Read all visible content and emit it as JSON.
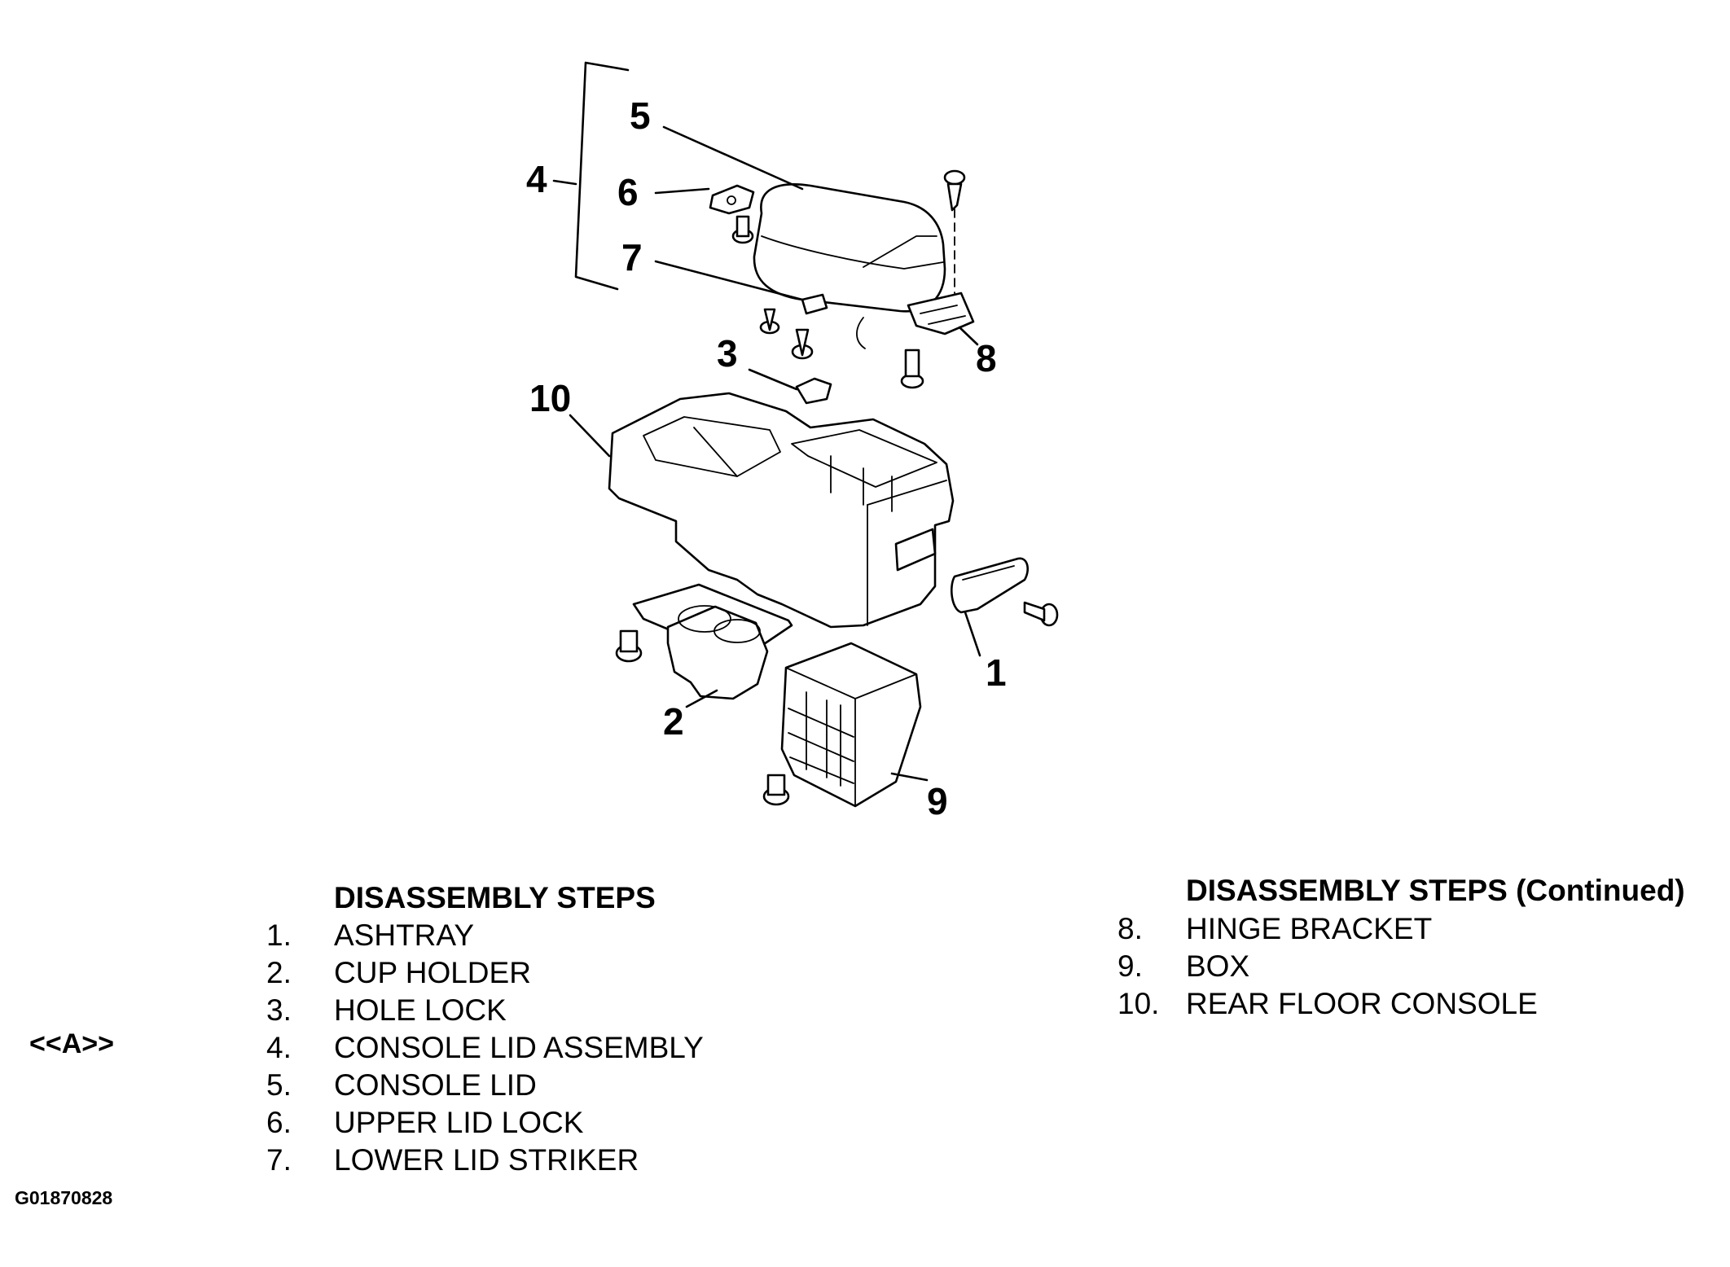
{
  "diagram": {
    "callouts": {
      "c1": "1",
      "c2": "2",
      "c3": "3",
      "c4": "4",
      "c5": "5",
      "c6": "6",
      "c7": "7",
      "c8": "8",
      "c9": "9",
      "c10": "10"
    }
  },
  "steps_left": {
    "heading": "DISASSEMBLY STEPS",
    "items": [
      {
        "num": "1.",
        "label": "ASHTRAY"
      },
      {
        "num": "2.",
        "label": "CUP HOLDER"
      },
      {
        "num": "3.",
        "label": "HOLE LOCK"
      },
      {
        "num": "4.",
        "label": "CONSOLE LID ASSEMBLY"
      },
      {
        "num": "5.",
        "label": "CONSOLE LID"
      },
      {
        "num": "6.",
        "label": "UPPER LID LOCK"
      },
      {
        "num": "7.",
        "label": "LOWER LID STRIKER"
      }
    ]
  },
  "steps_right": {
    "heading": "DISASSEMBLY STEPS (Continued)",
    "items": [
      {
        "num": "8.",
        "label": "HINGE BRACKET"
      },
      {
        "num": "9.",
        "label": "BOX"
      },
      {
        "num": "10.",
        "label": "REAR FLOOR CONSOLE"
      }
    ]
  },
  "reference_mark": "<<A>>",
  "figure_id": "G01870828"
}
